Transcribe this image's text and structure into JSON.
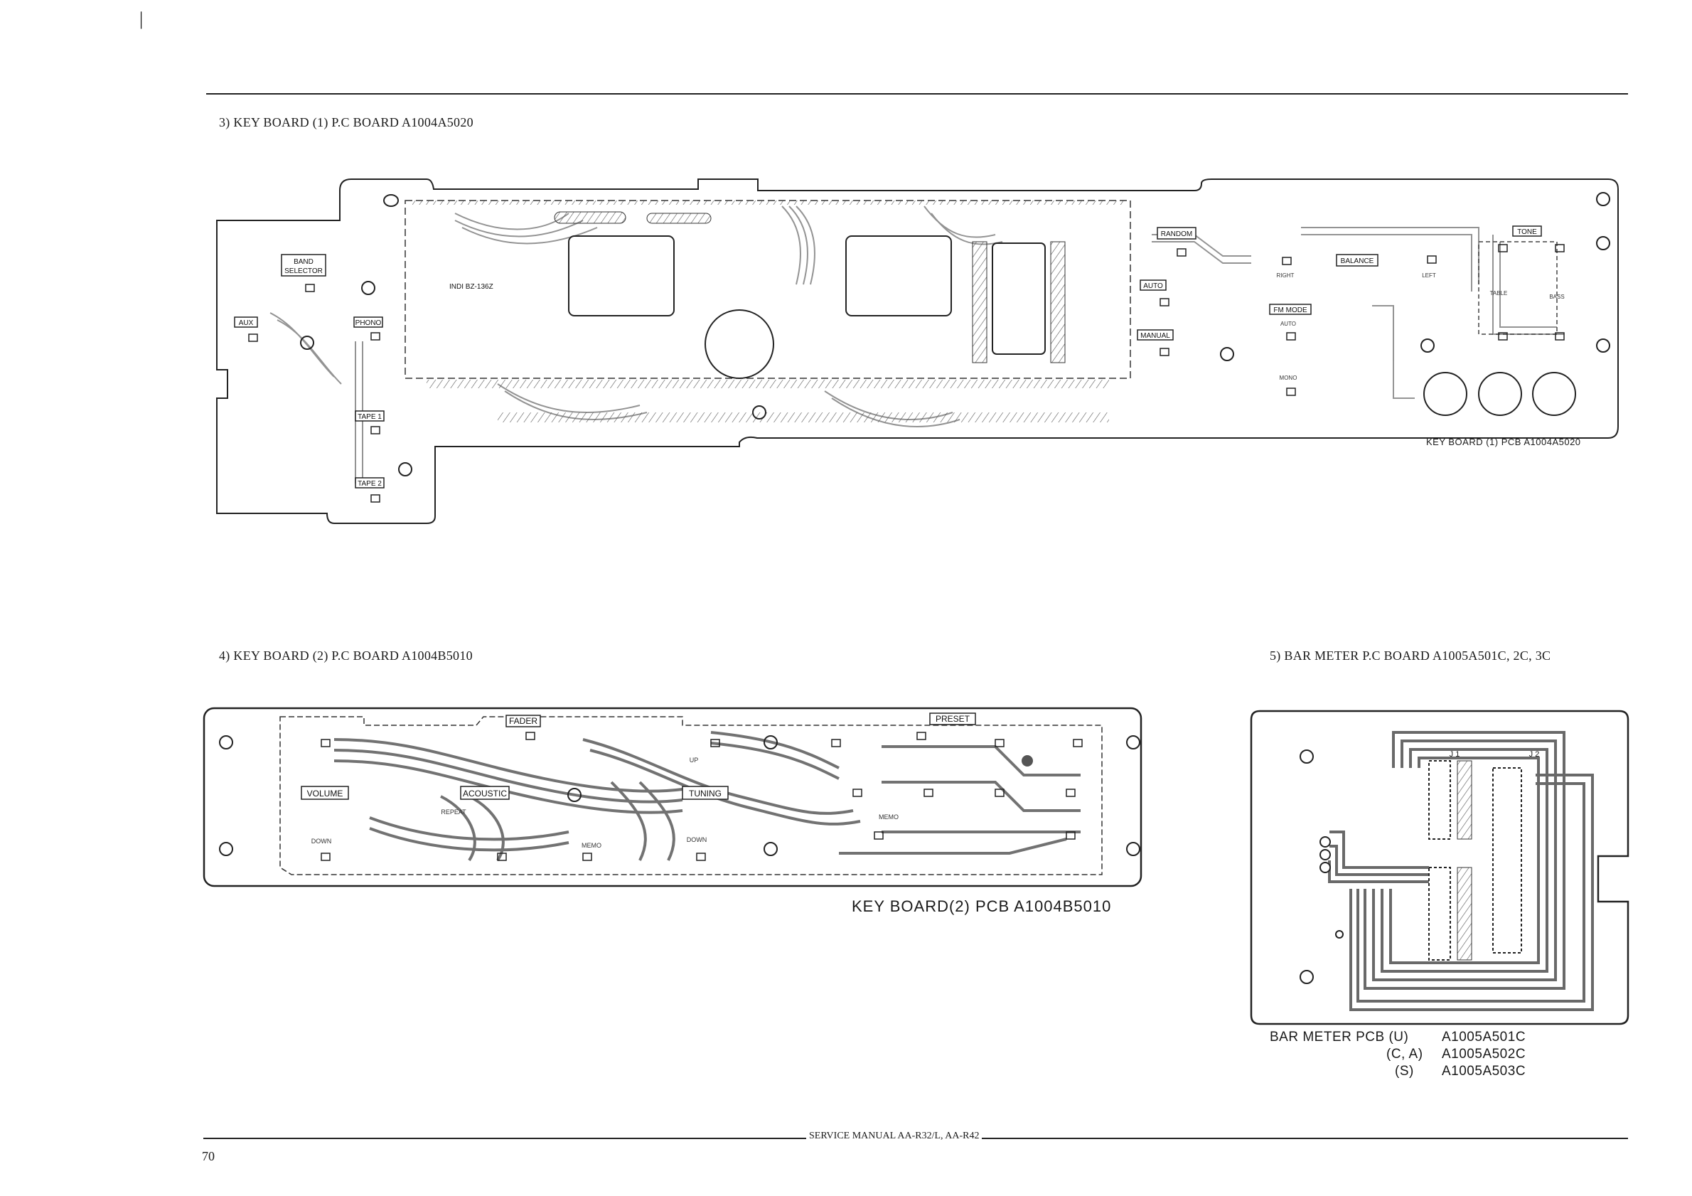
{
  "page": {
    "top_mark": "|",
    "section3_title": "3) KEY BOARD (1) P.C BOARD A1004A5020",
    "section4_title": "4) KEY BOARD (2) P.C BOARD A1004B5010",
    "section5_title": "5) BAR METER P.C BOARD A1005A501C, 2C, 3C",
    "footer_title": "SERVICE MANUAL AA-R32/L, AA-R42",
    "page_number": "70"
  },
  "board1": {
    "caption": "KEY BOARD (1) PCB    A1004A5020",
    "ic_label": "INDI  BZ-136Z",
    "labels": {
      "band_selector_1": "BAND",
      "band_selector_2": "SELECTOR",
      "aux": "AUX",
      "phono": "PHONO",
      "tape1": "TAPE 1",
      "tape2": "TAPE 2",
      "random": "RANDOM",
      "auto": "AUTO",
      "manual": "MANUAL",
      "balance": "BALANCE",
      "fm_mode": "FM MODE",
      "tone": "TONE",
      "auto_small": "AUTO",
      "mono": "MONO",
      "right": "RIGHT",
      "left": "LEFT",
      "table": "TABLE",
      "bass": "BASS"
    }
  },
  "board2": {
    "caption": "KEY  BOARD(2) PCB  A1004B5010",
    "labels": {
      "fader": "FADER",
      "preset": "PRESET",
      "volume": "VOLUME",
      "acoustic": "ACOUSTIC",
      "tuning": "TUNING",
      "repeat": "REPEAT",
      "memo": "MEMO",
      "down": "DOWN",
      "up": "UP"
    }
  },
  "board3": {
    "caption_lines": [
      {
        "a": "BAR METER  PCB (U)",
        "b": "A1005A501C"
      },
      {
        "a": "(C, A)",
        "b": "A1005A502C"
      },
      {
        "a": "(S)",
        "b": "A1005A503C"
      }
    ],
    "labels": {
      "j1": "J 1",
      "j2": "J 2"
    }
  }
}
